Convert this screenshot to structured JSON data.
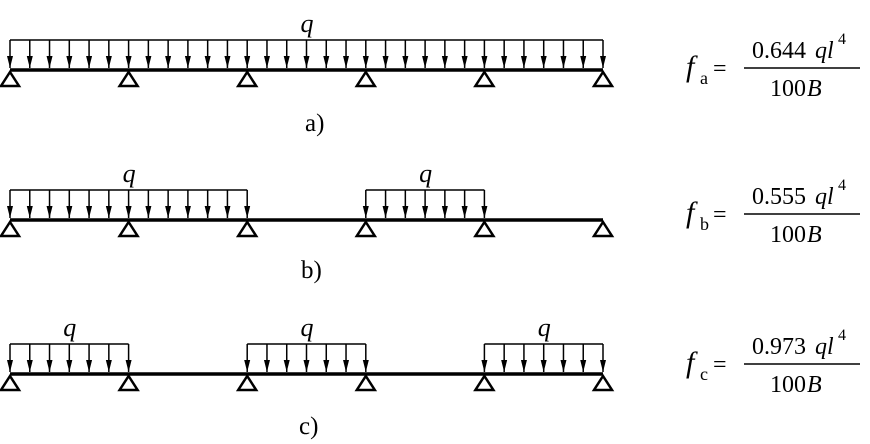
{
  "load_symbol": "q",
  "panels": [
    {
      "id": "a",
      "caption": "a)",
      "support_count": 6,
      "loaded_spans": [
        [
          0,
          5
        ]
      ],
      "formula": {
        "f": "f",
        "sub": "a",
        "eq": "=",
        "coef": "0.644",
        "ql": "ql",
        "exp": "4",
        "den_num": "100",
        "den_var": "B"
      }
    },
    {
      "id": "b",
      "caption": "b)",
      "support_count": 6,
      "loaded_spans": [
        [
          0,
          2
        ],
        [
          3,
          4
        ]
      ],
      "formula": {
        "f": "f",
        "sub": "b",
        "eq": "=",
        "coef": "0.555",
        "ql": "ql",
        "exp": "4",
        "den_num": "100",
        "den_var": "B"
      }
    },
    {
      "id": "c",
      "caption": "c)",
      "support_count": 6,
      "loaded_spans": [
        [
          0,
          1
        ],
        [
          2,
          3
        ],
        [
          4,
          5
        ]
      ],
      "formula": {
        "f": "f",
        "sub": "c",
        "eq": "=",
        "coef": "0.973",
        "ql": "ql",
        "exp": "4",
        "den_num": "100",
        "den_var": "B"
      }
    }
  ]
}
